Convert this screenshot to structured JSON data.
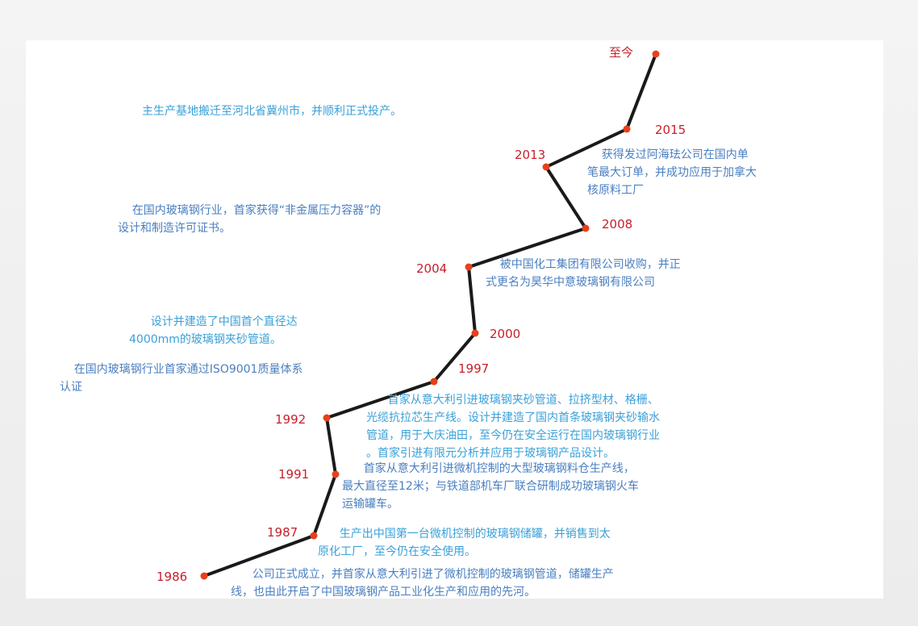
{
  "colors": {
    "line": "#1a1a1a",
    "point": "#e8401c",
    "year": "#c8202a",
    "text_light": "#3aa0d8",
    "text_dark": "#4a7fc0"
  },
  "timeline": [
    {
      "year": "至今",
      "desc": ""
    },
    {
      "year": "2015",
      "desc": "主生产基地搬迁至河北省冀州市，并顺利正式投产。"
    },
    {
      "year": "2013",
      "desc": "    获得发过阿海珐公司在国内单\n笔最大订单，并成功应用于加拿大\n核原料工厂"
    },
    {
      "year": "2008",
      "desc": "    在国内玻璃钢行业，首家获得“非金属压力容器”的\n设计和制造许可证书。"
    },
    {
      "year": "2004",
      "desc": "    被中国化工集团有限公司收购，并正\n式更名为昊华中意玻璃钢有限公司"
    },
    {
      "year": "2000",
      "desc": "      设计并建造了中国首个直径达\n4000mm的玻璃钢夹砂管道。"
    },
    {
      "year": "1997",
      "desc": "    在国内玻璃钢行业首家通过ISO9001质量体系\n认证"
    },
    {
      "year": "1992",
      "desc": "      首家从意大利引进玻璃钢夹砂管道、拉挤型材、格栅、\n光缆抗拉芯生产线。设计并建造了国内首条玻璃钢夹砂输水\n管道，用于大庆油田，至今仍在安全运行在国内玻璃钢行业\n。首家引进有限元分析并应用于玻璃钢产品设计。"
    },
    {
      "year": "1991",
      "desc": "      首家从意大利引进微机控制的大型玻璃钢料仓生产线，\n最大直径至12米；与铁道部机车厂联合研制成功玻璃钢火车\n运输罐车。"
    },
    {
      "year": "1987",
      "desc": "      生产出中国第一台微机控制的玻璃钢储罐，并销售到太\n原化工厂，至今仍在安全使用。"
    },
    {
      "year": "1986",
      "desc": "      公司正式成立，并首家从意大利引进了微机控制的玻璃钢管道，储罐生产\n线，也由此开启了中国玻璃钢产品工业化生产和应用的先河。"
    }
  ]
}
